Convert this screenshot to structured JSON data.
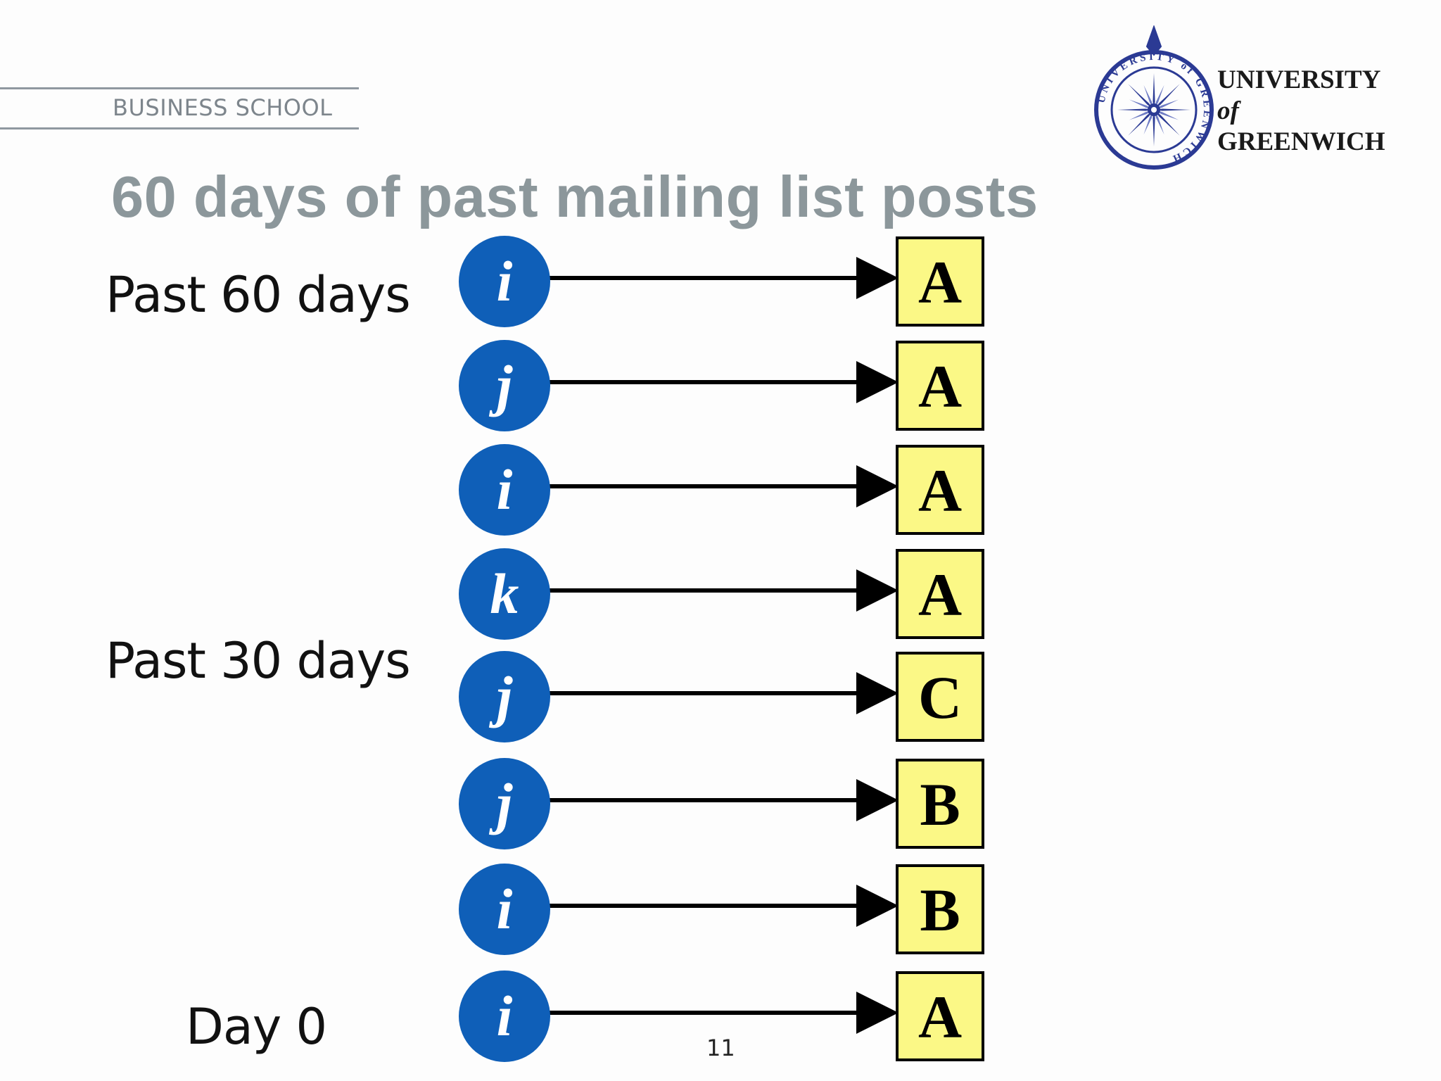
{
  "header": {
    "business_school": "BUSINESS SCHOOL",
    "line_color": "#8f98a0"
  },
  "logo": {
    "line1": "UNIVERSITY",
    "line2": "of",
    "line3": "GREENWICH",
    "seal_text": "UNIVERSITY of GREENWICH",
    "seal_color": "#2b3a94"
  },
  "title": "60 days of past mailing list posts",
  "time_labels": {
    "past_60": "Past 60 days",
    "past_30": "Past 30 days",
    "day_0": "Day 0"
  },
  "diagram": {
    "node_color": "#0f5fb8",
    "box_fill": "#fbf886",
    "rows": [
      {
        "author": "i",
        "list": "A"
      },
      {
        "author": "j",
        "list": "A"
      },
      {
        "author": "i",
        "list": "A"
      },
      {
        "author": "k",
        "list": "A"
      },
      {
        "author": "j",
        "list": "C"
      },
      {
        "author": "j",
        "list": "B"
      },
      {
        "author": "i",
        "list": "B"
      },
      {
        "author": "i",
        "list": "A"
      }
    ]
  },
  "page_number": "11"
}
